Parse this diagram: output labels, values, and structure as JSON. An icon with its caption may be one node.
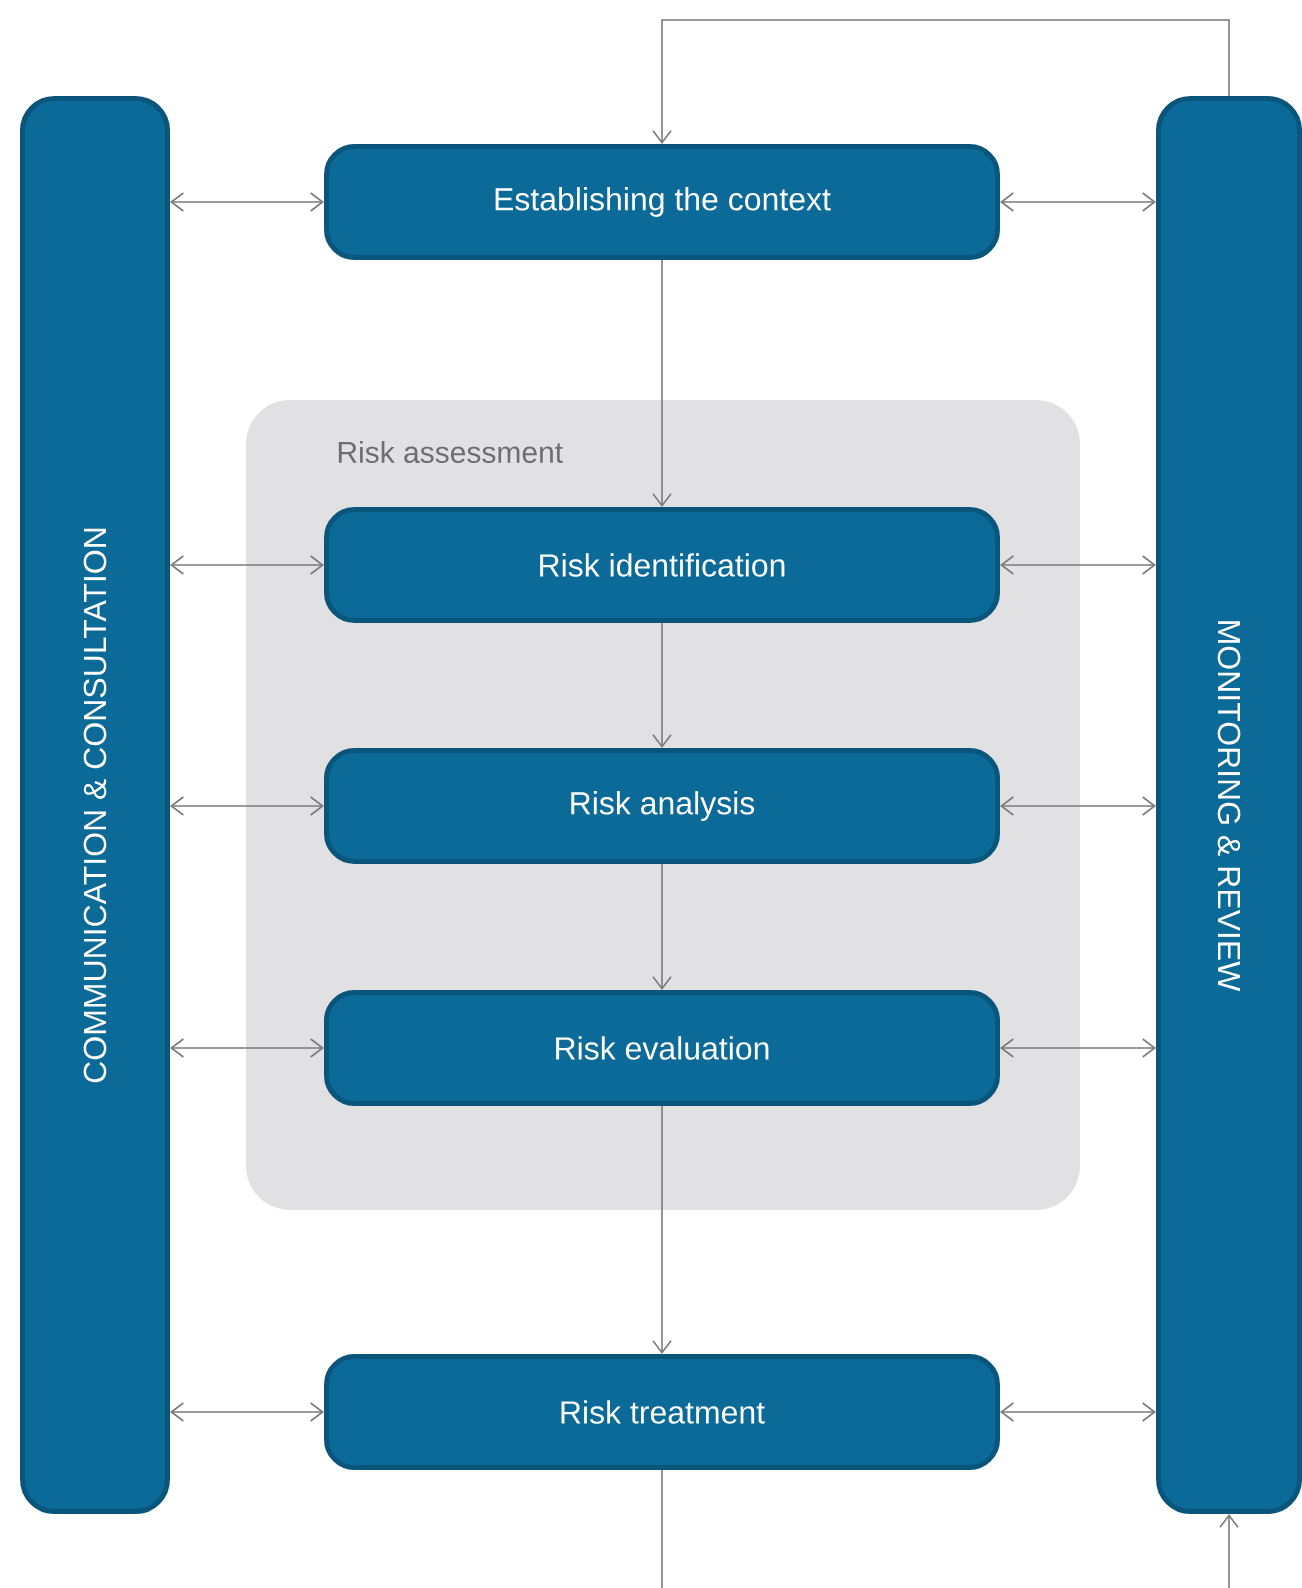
{
  "diagram": {
    "nodes": [
      {
        "text": [
          "COMMUNICATION & CONSULTATION"
        ]
      },
      {
        "text": [
          "Establishing the context"
        ]
      },
      {
        "text": [
          "Risk assessment"
        ]
      },
      {
        "text": [
          "Risk identification"
        ],
        "in": 2
      },
      {
        "text": [
          "Risk analysis"
        ],
        "in": 2
      },
      {
        "text": [
          "Risk evaluation"
        ],
        "in": 2
      },
      {
        "text": [
          "Risk treatment"
        ]
      },
      {
        "text": [
          "MONITORING & REVIEW"
        ]
      }
    ],
    "edges": [
      {
        "from": 0,
        "to": 1,
        "arrow": "both"
      },
      {
        "from": 1,
        "to": 7,
        "arrow": "both"
      },
      {
        "from": 0,
        "to": 3,
        "arrow": "both"
      },
      {
        "from": 3,
        "to": 7,
        "arrow": "both"
      },
      {
        "from": 0,
        "to": 4,
        "arrow": "both"
      },
      {
        "from": 4,
        "to": 7,
        "arrow": "both"
      },
      {
        "from": 0,
        "to": 5,
        "arrow": "both"
      },
      {
        "from": 5,
        "to": 7,
        "arrow": "both"
      },
      {
        "from": 0,
        "to": 6,
        "arrow": "both"
      },
      {
        "from": 6,
        "to": 7,
        "arrow": "both"
      },
      {
        "from": 1,
        "to": 3,
        "arrow": "to"
      },
      {
        "from": 3,
        "to": 4,
        "arrow": "to"
      },
      {
        "from": 4,
        "to": 5,
        "arrow": "to"
      },
      {
        "from": 5,
        "to": 6,
        "arrow": "to"
      },
      {
        "from": 7,
        "to": 1,
        "arrow": "to"
      },
      {
        "from": 6,
        "to": null,
        "arrow": "none"
      },
      {
        "from": null,
        "to": 7,
        "arrow": "to"
      }
    ]
  }
}
